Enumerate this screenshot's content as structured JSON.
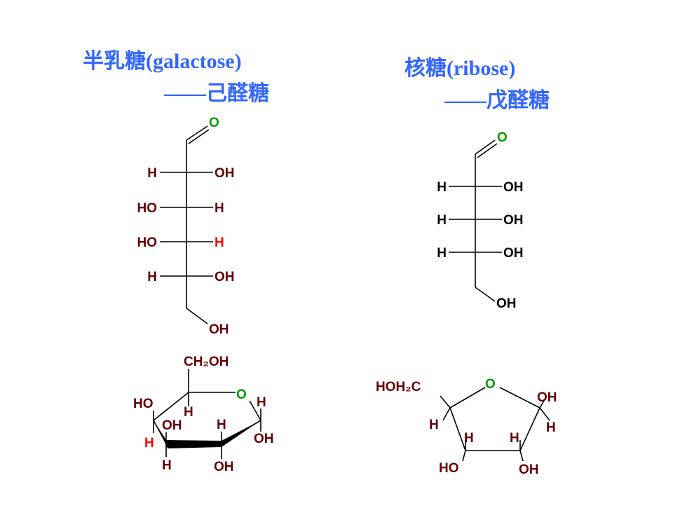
{
  "galactose": {
    "title": "半乳糖(galactose)",
    "subtitle": "——己醛糖",
    "fischer": {
      "aldehyde_o": "O",
      "rows": [
        {
          "left": "H",
          "right": "OH"
        },
        {
          "left": "HO",
          "right": "H"
        },
        {
          "left": "HO",
          "right": "H"
        },
        {
          "left": "H",
          "right": "OH"
        }
      ],
      "bottom": "OH"
    },
    "haworth": {
      "c6": "CH₂OH",
      "ring_o": "O",
      "c1_h": "H",
      "c1_oh": "OH",
      "c2_h": "H",
      "c2_oh": "OH",
      "c3_h": "H",
      "c3_oh": "OH",
      "c4_ho": "HO",
      "c4_h": "H",
      "c5_h": "H"
    }
  },
  "ribose": {
    "title": "核糖(ribose)",
    "subtitle": "——戊醛糖",
    "fischer": {
      "aldehyde_o": "O",
      "rows": [
        {
          "left": "H",
          "right": "OH"
        },
        {
          "left": "H",
          "right": "OH"
        },
        {
          "left": "H",
          "right": "OH"
        }
      ],
      "bottom": "OH"
    },
    "haworth": {
      "c5": "HOH₂C",
      "ring_o": "O",
      "c1_oh": "OH",
      "c1_h": "H",
      "c4_h": "H",
      "c3_h": "H",
      "c3_ho": "HO",
      "c2_h": "H",
      "c2_oh": "OH"
    }
  },
  "colors": {
    "title": "#3366ff",
    "atoms": "#660000",
    "ring_oxygen": "#009900",
    "highlight": "#ff0000"
  }
}
